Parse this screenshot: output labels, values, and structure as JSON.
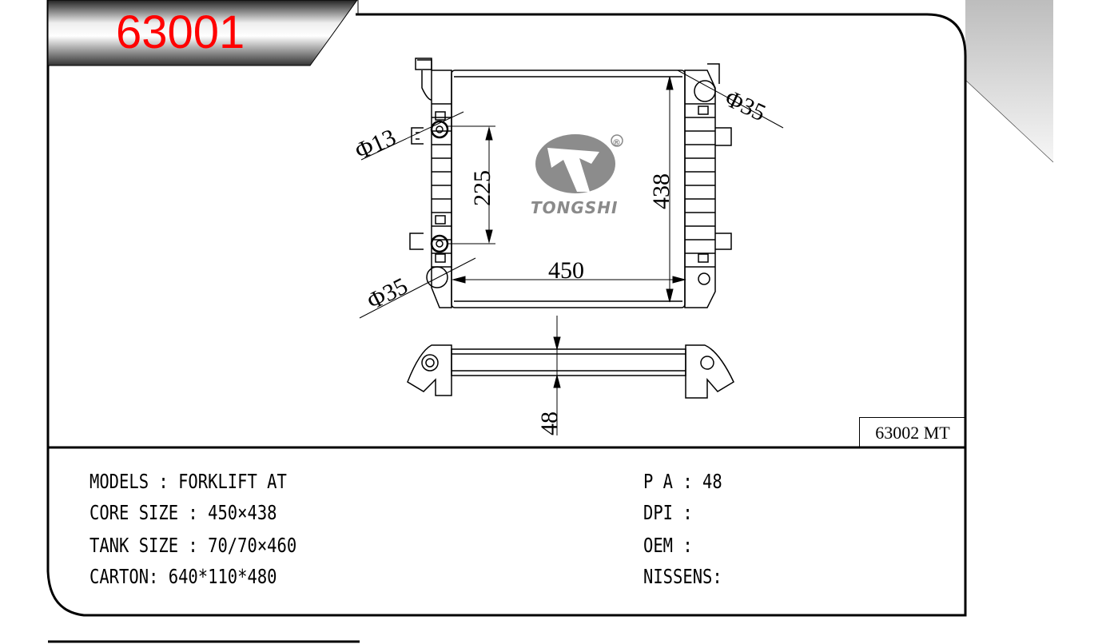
{
  "header": {
    "part_number": "63001"
  },
  "drawing": {
    "brand_logo": "TONGSHI",
    "registered_mark": "®",
    "dimensions": {
      "inlet_top_diameter": "Φ35",
      "small_port_diameter": "Φ13",
      "outlet_bottom_diameter": "Φ35",
      "port_spacing": "225",
      "core_height": "438",
      "core_width": "450",
      "core_thickness": "48"
    },
    "alt_part_number": "63002 MT"
  },
  "specs": {
    "left": [
      "MODELS : FORKLIFT AT",
      "CORE SIZE : 450×438",
      "TANK SIZE : 70/70×460",
      "CARTON: 640*110*480"
    ],
    "right": [
      "P A : 48",
      "DPI :",
      "OEM :",
      "NISSENS:"
    ]
  }
}
